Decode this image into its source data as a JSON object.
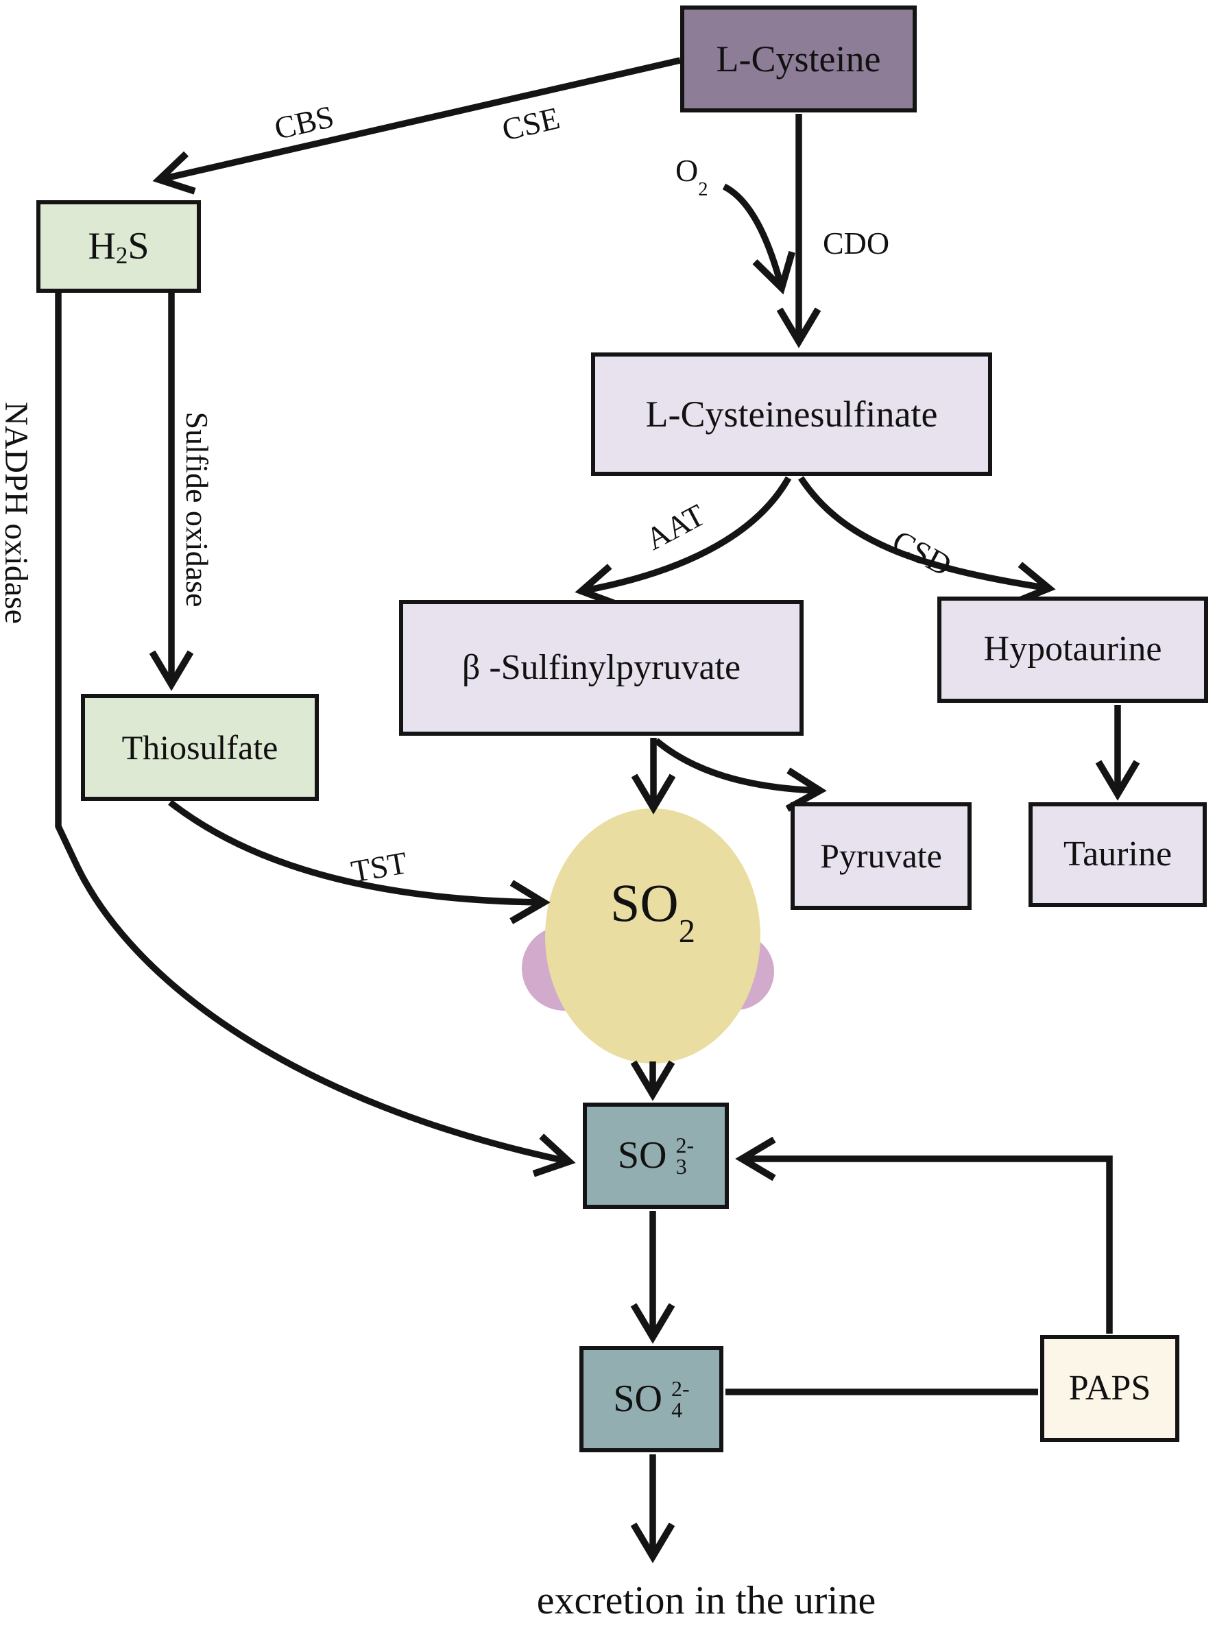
{
  "nodes": {
    "l_cysteine": {
      "label": "L-Cysteine"
    },
    "h2s": {
      "pre": "H",
      "sub": "2",
      "post": "S"
    },
    "l_cysteinesulfinate": {
      "label": "L-Cysteinesulfinate"
    },
    "beta_sulfinylpyruvate": {
      "label": "β -Sulfinylpyruvate"
    },
    "hypotaurine": {
      "label": "Hypotaurine"
    },
    "pyruvate": {
      "label": "Pyruvate"
    },
    "taurine": {
      "label": "Taurine"
    },
    "thiosulfate": {
      "label": "Thiosulfate"
    },
    "so2": {
      "base": "SO",
      "sub": "2"
    },
    "sulfite": {
      "base": "SO",
      "sub": "3",
      "sup": "2-"
    },
    "sulfate": {
      "base": "SO",
      "sub": "4",
      "sup": "2-"
    },
    "paps": {
      "label": "PAPS"
    }
  },
  "enzymes": {
    "cbs": "CBS",
    "cse": "CSE",
    "cdo": "CDO",
    "o2": {
      "base": "O",
      "sub": "2"
    },
    "aat": "AAT",
    "csd": "CSD",
    "tst": "TST",
    "nadph_oxidase": "NADPH oxidase",
    "sulfide_oxidase": "Sulfide oxidase"
  },
  "footer": {
    "excretion_label": "excretion in the urine"
  },
  "colors": {
    "line": "#111111",
    "node_purple": "#8e7d97",
    "node_lavender": "#e8e2ee",
    "node_green": "#dde9d2",
    "node_teal": "#93aeb0",
    "node_cream": "#fbf6e8",
    "so2_circle": "#e9dda1",
    "so2_lobes": "#d2aacb"
  }
}
